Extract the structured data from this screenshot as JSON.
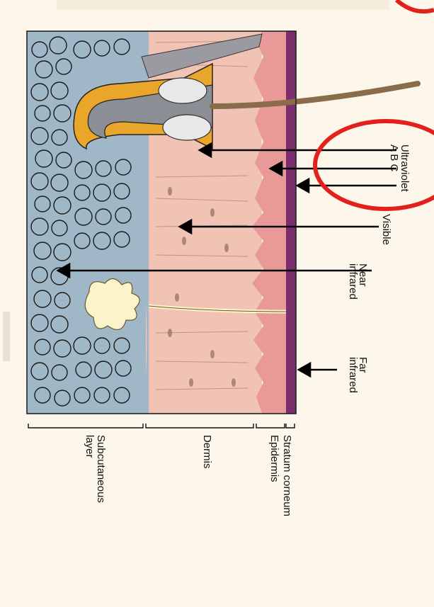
{
  "radiation_labels": {
    "ultraviolet": "Ultraviolet",
    "uv_bands": "A  B  C",
    "visible": "Visible",
    "near_infrared_line1": "Near",
    "near_infrared_line2": "infrared",
    "far_infrared_line1": "Far",
    "far_infrared_line2": "infrared"
  },
  "layer_labels": {
    "stratum_corneum": "Stratum corneum",
    "epidermis": "Epidermis",
    "dermis": "Dermis",
    "subcutaneous_line1": "Subcutaneous",
    "subcutaneous_line2": "layer"
  },
  "colors": {
    "stratum_corneum": "#7b2d6e",
    "epidermis": "#e99a98",
    "dermis": "#f1c3b5",
    "subcutaneous": "#9fb7c7",
    "annotation_circle": "#e3211c",
    "hair_bulb": "#e9a62b"
  }
}
